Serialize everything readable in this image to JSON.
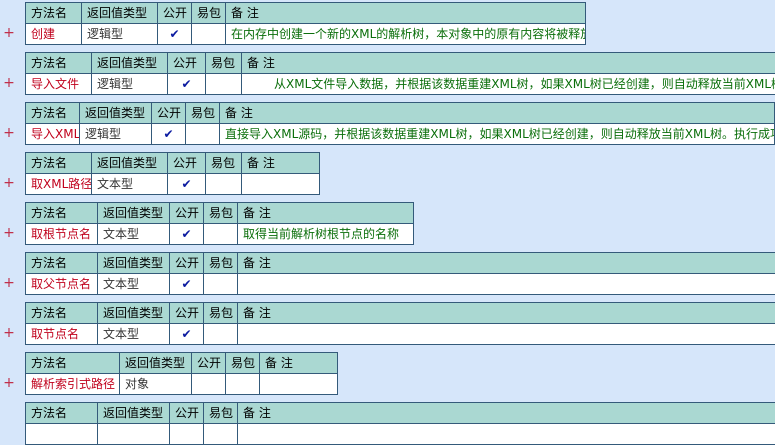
{
  "header": {
    "name": "方法名",
    "return_type": "返回值类型",
    "public": "公开",
    "easy": "易包",
    "remark": "备 注"
  },
  "expand_symbol": "+",
  "check_symbol": "✔",
  "methods": [
    {
      "name": "创建",
      "type": "逻辑型",
      "public": true,
      "remark": "在内存中创建一个新的XML的解析树，本对象中的原有内容将被释放"
    },
    {
      "name": "导入文件",
      "type": "逻辑型",
      "public": true,
      "remark": "从XML文件导入数据，并根据该数据重建XML树，如果XML树已经创建，则自动释放当前XML树。执行成"
    },
    {
      "name": "导入XML",
      "type": "逻辑型",
      "public": true,
      "remark": "直接导入XML源码，并根据该数据重建XML树，如果XML树已经创建，则自动释放当前XML树。执行成功返回"
    },
    {
      "name": "取XML路径",
      "type": "文本型",
      "public": true,
      "remark": ""
    },
    {
      "name": "取根节点名",
      "type": "文本型",
      "public": true,
      "remark": "取得当前解析树根节点的名称"
    },
    {
      "name": "取父节点名",
      "type": "文本型",
      "public": true,
      "remark": ""
    },
    {
      "name": "取节点名",
      "type": "文本型",
      "public": true,
      "remark": ""
    },
    {
      "name": "解析索引式路径",
      "type": "对象",
      "public": false,
      "remark": ""
    },
    {
      "name": "",
      "type": "",
      "public": false,
      "remark": ""
    }
  ]
}
